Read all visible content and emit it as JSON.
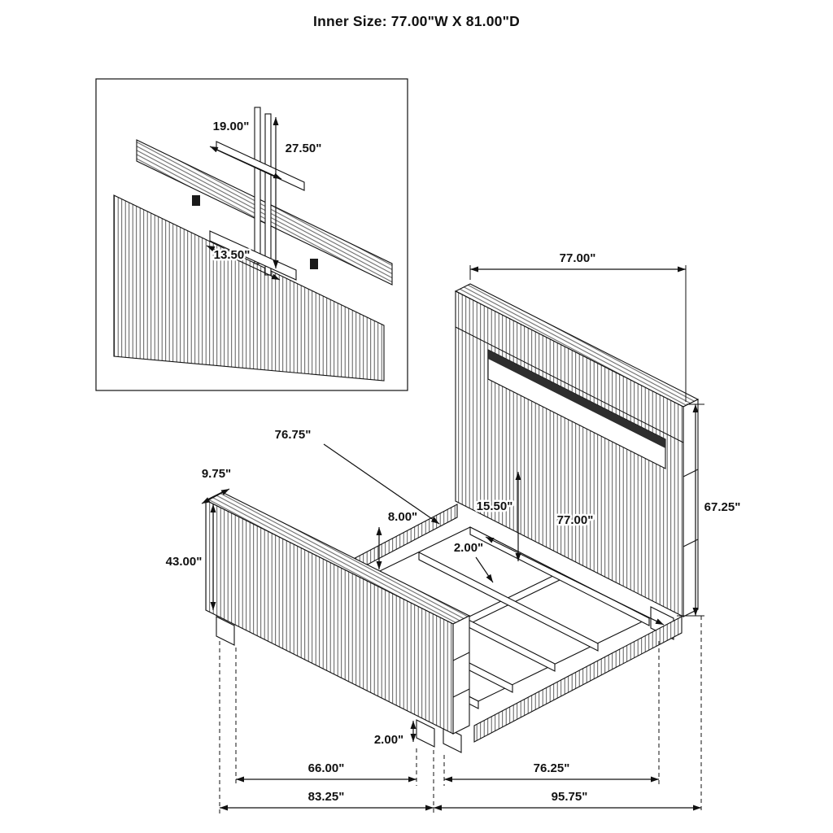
{
  "title": "Inner Size: 77.00\"W X 81.00\"D",
  "inset": {
    "bracket_width": "19.00\"",
    "bracket_height": "27.50\"",
    "cleat_length": "13.50\""
  },
  "dimensions": {
    "headboard_width": "77.00\"",
    "headboard_height": "67.25\"",
    "rail_length": "76.75\"",
    "footboard_depth": "9.75\"",
    "footboard_height": "43.00\"",
    "rail_height": "8.00\"",
    "headboard_clearance": "15.50\"",
    "inner_width": "77.00\"",
    "slat_thickness": "2.00\"",
    "leg_height": "2.00\"",
    "inner_span_short": "66.00\"",
    "inner_span_long": "76.25\"",
    "outer_span_short": "83.25\"",
    "outer_span_long": "95.75\""
  }
}
